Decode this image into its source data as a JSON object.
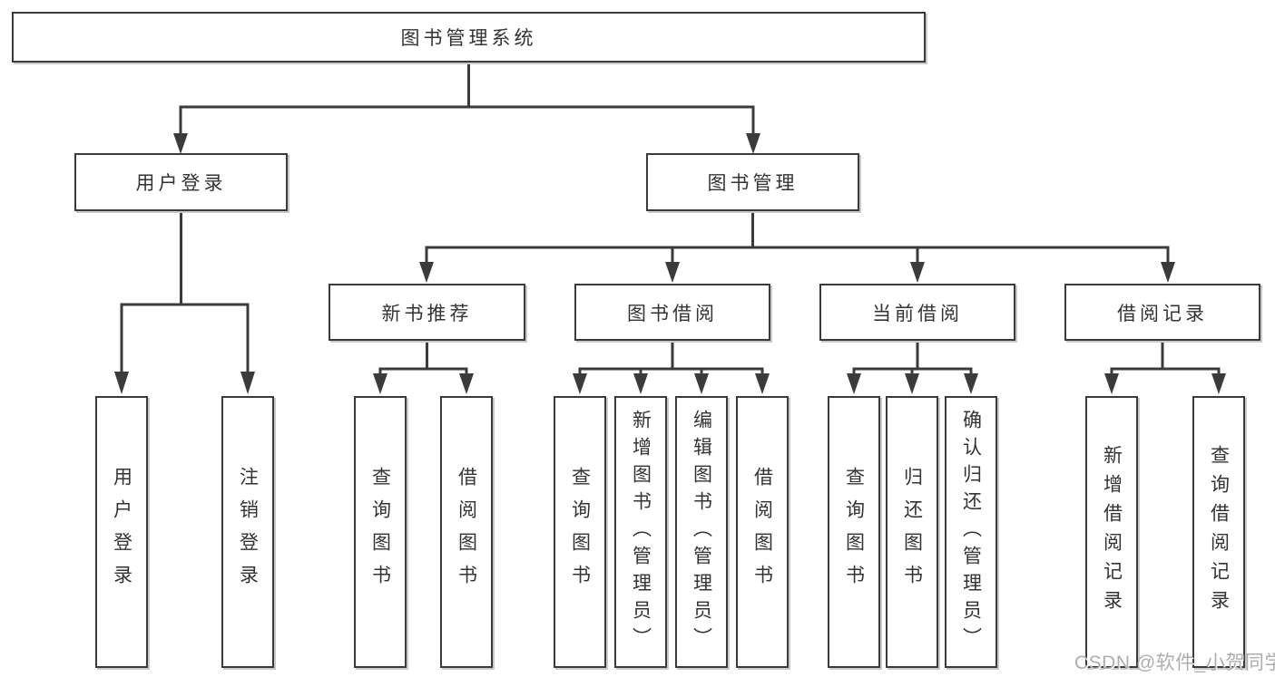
{
  "tree": {
    "root": {
      "label": "图书管理系统"
    },
    "branches": [
      {
        "label": "用户登录",
        "children": [
          {
            "label": "用户登录"
          },
          {
            "label": "注销登录"
          }
        ]
      },
      {
        "label": "图书管理",
        "sections": [
          {
            "label": "新书推荐",
            "children": [
              {
                "label": "查询图书"
              },
              {
                "label": "借阅图书"
              }
            ]
          },
          {
            "label": "图书借阅",
            "children": [
              {
                "label": "查询图书"
              },
              {
                "label": "新增图书（管理员）"
              },
              {
                "label": "编辑图书（管理员）"
              },
              {
                "label": "借阅图书"
              }
            ]
          },
          {
            "label": "当前借阅",
            "children": [
              {
                "label": "查询图书"
              },
              {
                "label": "归还图书"
              },
              {
                "label": "确认归还（管理员）"
              }
            ]
          },
          {
            "label": "借阅记录",
            "children": [
              {
                "label": "新增借阅记录"
              },
              {
                "label": "查询借阅记录"
              }
            ]
          }
        ]
      }
    ]
  },
  "watermark": {
    "text": "CSDN @软件_小贺同学"
  },
  "colors": {
    "line": "#3b3b3b",
    "box_border": "#3a3a3a",
    "text": "#333333",
    "watermark": "#aeaeae",
    "background": "#ffffff"
  }
}
